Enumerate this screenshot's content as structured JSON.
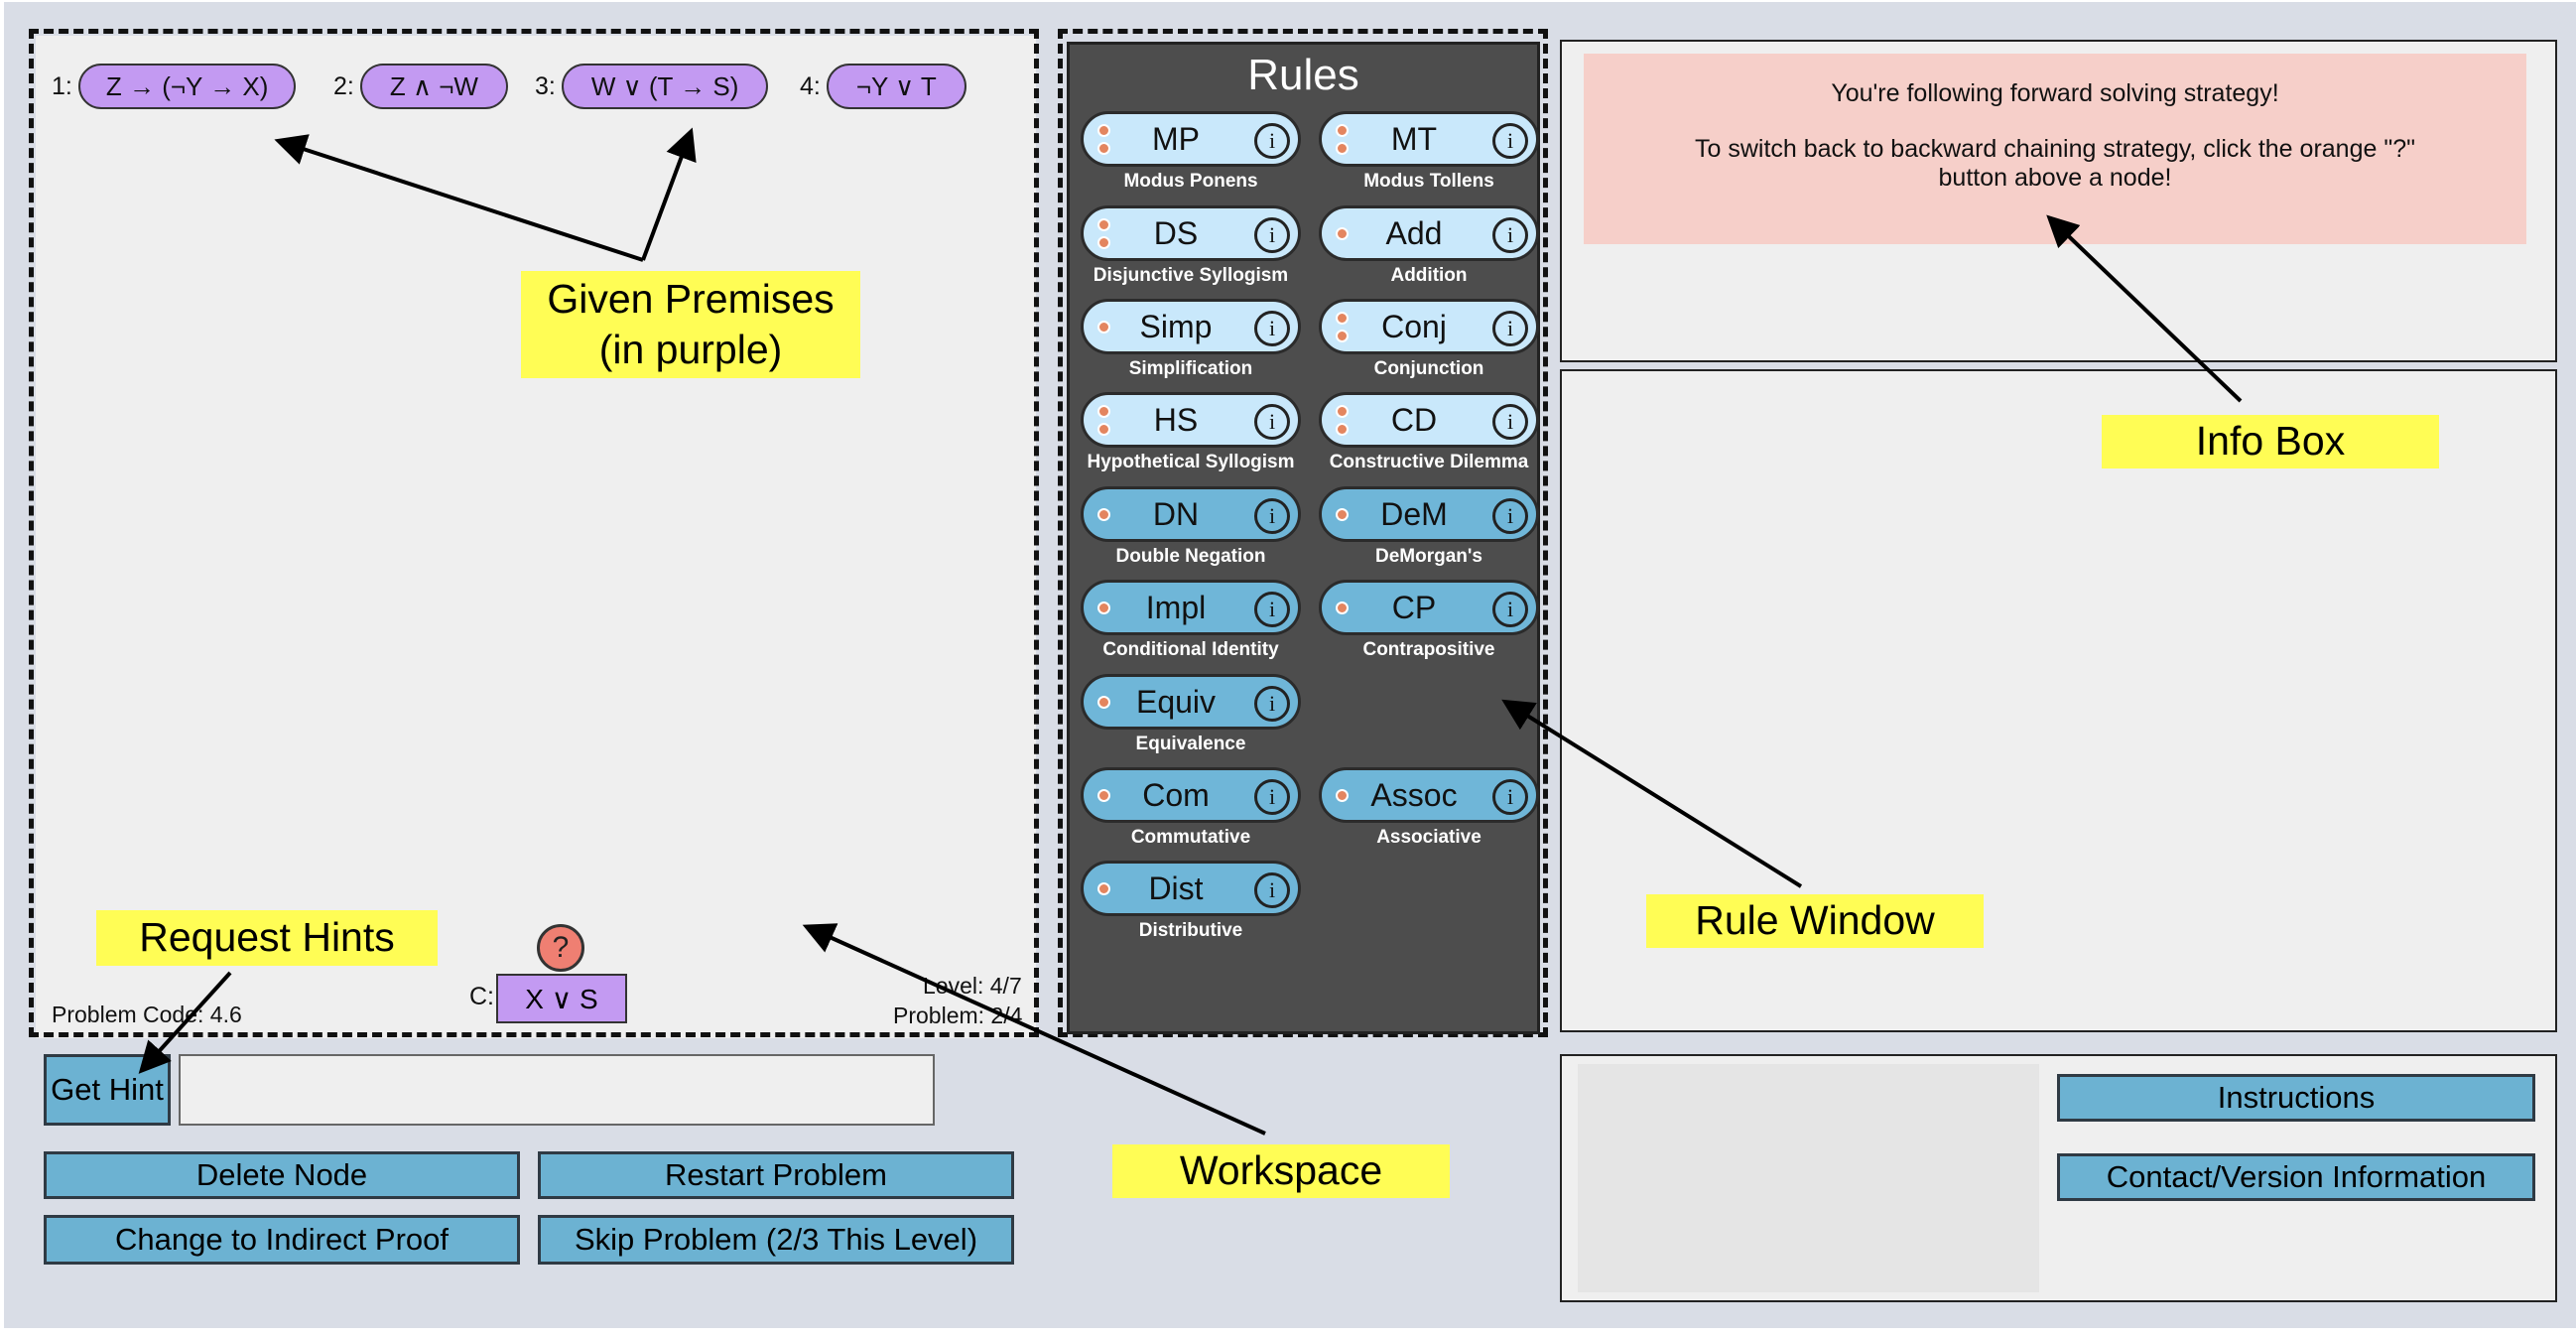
{
  "premises": [
    {
      "num": "1:",
      "text": "Z → (¬Y → X)"
    },
    {
      "num": "2:",
      "text": "Z ∧ ¬W"
    },
    {
      "num": "3:",
      "text": "W ∨ (T → S)"
    },
    {
      "num": "4:",
      "text": "¬Y ∨ T"
    }
  ],
  "conclusion": {
    "label": "C:",
    "text": "X ∨ S",
    "hint_symbol": "?"
  },
  "workspace": {
    "problem_code": "Problem Code: 4.6",
    "level": "Level: 4/7",
    "problem": "Problem: 2/4"
  },
  "rules_panel": {
    "title": "Rules",
    "rules": [
      {
        "abbr": "MP",
        "name": "Modus Ponens",
        "inputs": 2,
        "info": "i"
      },
      {
        "abbr": "MT",
        "name": "Modus Tollens",
        "inputs": 2,
        "info": "i"
      },
      {
        "abbr": "DS",
        "name": "Disjunctive Syllogism",
        "inputs": 2,
        "info": "i"
      },
      {
        "abbr": "Add",
        "name": "Addition",
        "inputs": 1,
        "info": "i"
      },
      {
        "abbr": "Simp",
        "name": "Simplification",
        "inputs": 1,
        "info": "i"
      },
      {
        "abbr": "Conj",
        "name": "Conjunction",
        "inputs": 2,
        "info": "i"
      },
      {
        "abbr": "HS",
        "name": "Hypothetical Syllogism",
        "inputs": 2,
        "info": "i"
      },
      {
        "abbr": "CD",
        "name": "Constructive Dilemma",
        "inputs": 2,
        "info": "i"
      },
      {
        "abbr": "DN",
        "name": "Double Negation",
        "inputs": 1,
        "info": "i"
      },
      {
        "abbr": "DeM",
        "name": "DeMorgan's",
        "inputs": 1,
        "info": "i"
      },
      {
        "abbr": "Impl",
        "name": "Conditional Identity",
        "inputs": 1,
        "info": "i"
      },
      {
        "abbr": "CP",
        "name": "Contrapositive",
        "inputs": 1,
        "info": "i"
      },
      {
        "abbr": "Equiv",
        "name": "Equivalence",
        "inputs": 1,
        "info": "i"
      },
      {
        "abbr": "Com",
        "name": "Commutative",
        "inputs": 1,
        "info": "i"
      },
      {
        "abbr": "Assoc",
        "name": "Associative",
        "inputs": 1,
        "info": "i"
      },
      {
        "abbr": "Dist",
        "name": "Distributive",
        "inputs": 1,
        "info": "i"
      }
    ]
  },
  "info_box": {
    "line1": "You're following forward solving strategy!",
    "line2": "To switch back to backward chaining strategy, click the orange \"?\" button above a node!"
  },
  "controls": {
    "get_hint": "Get Hint",
    "hint_text": "",
    "delete_node": "Delete Node",
    "restart_problem": "Restart Problem",
    "change_indirect": "Change to Indirect Proof",
    "skip_problem": "Skip Problem (2/3 This Level)",
    "instructions": "Instructions",
    "contact": "Contact/Version Information"
  },
  "callouts": {
    "given_premises": "Given Premises\n(in purple)",
    "info_box": "Info Box",
    "rule_window": "Rule Window",
    "request_hints": "Request Hints",
    "workspace": "Workspace"
  },
  "colors": {
    "premise": "#c39af2",
    "rule_light": "#c9e8fb",
    "rule_dark": "#6fb6d8",
    "button": "#6cb2d2",
    "info_bg": "#f6cfc9",
    "hint_orange": "#ef7f72",
    "callout": "#fffd55"
  }
}
